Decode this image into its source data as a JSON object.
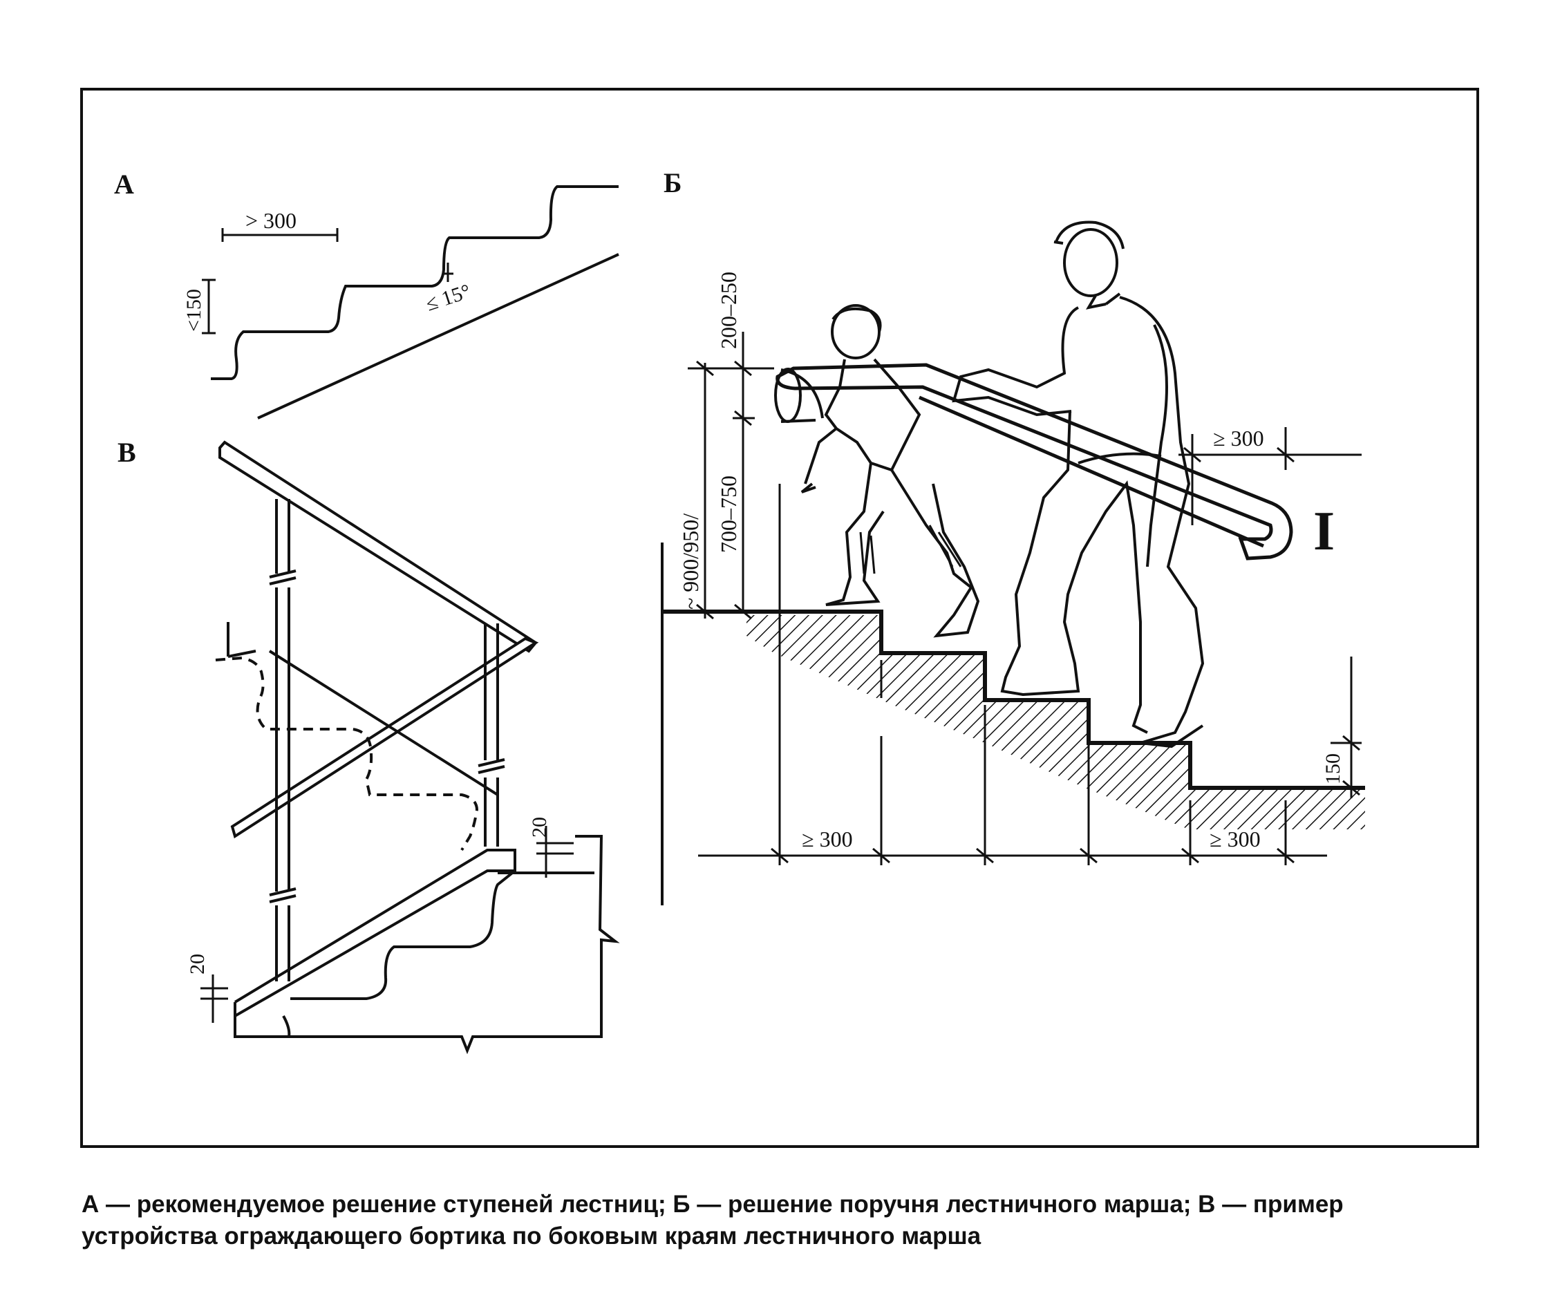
{
  "panels": {
    "a": {
      "label": "А",
      "tread_dim": "> 300",
      "riser_dim": "<150",
      "angle_dim": "≤ 15°"
    },
    "b": {
      "label": "Б",
      "top_offset_dim": "200–250",
      "handrail_height_dim": "700–750",
      "total_height_dim": "~ 900/950/",
      "extension_dim": "≥ 300",
      "profile_symbol": "I",
      "riser_dim": "150",
      "tread_dim_left": "≥ 300",
      "tread_dim_right": "≥ 300"
    },
    "v": {
      "label": "В",
      "curb_dim_top": "20",
      "curb_dim_bottom": "20"
    }
  },
  "caption": {
    "line1": "А — рекомендуемое решение ступеней лестниц; Б — решение поручня лестничного марша; В — пример",
    "line2": "устройства ограждающего бортика по боковым краям лестничного марша"
  }
}
